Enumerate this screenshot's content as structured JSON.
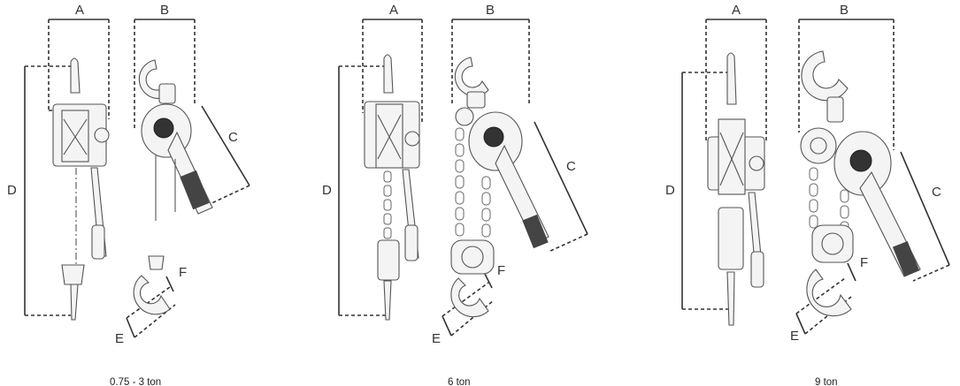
{
  "colors": {
    "line": "#333333",
    "drawing": "#555555",
    "background": "#ffffff"
  },
  "dimension_labels": {
    "a": "A",
    "b": "B",
    "c": "C",
    "d": "D",
    "e": "E",
    "f": "F"
  },
  "models": [
    {
      "caption": "0.75 - 3 ton"
    },
    {
      "caption": "6 ton"
    },
    {
      "caption": "9 ton"
    }
  ]
}
